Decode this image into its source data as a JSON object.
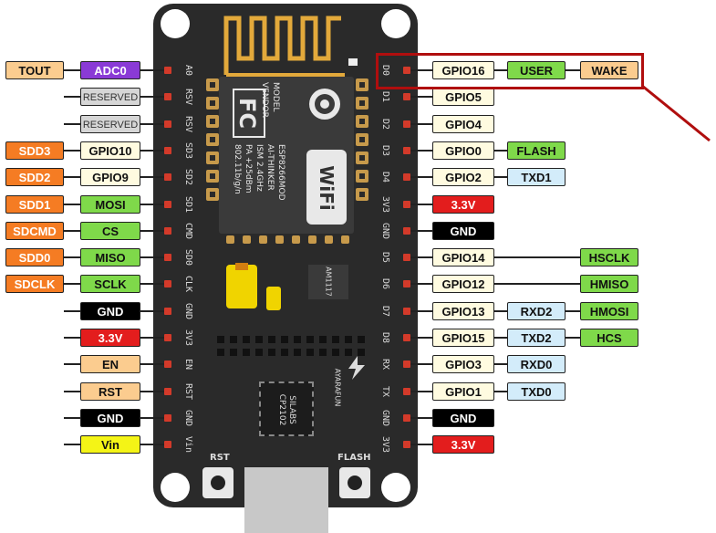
{
  "board": {
    "module_text": [
      "MODEL",
      "VENDOR",
      "ESP8266MOD",
      "AI-THINKER",
      "ISM 2.4GHz",
      "PA +25dBm",
      "802.11b/g/n"
    ],
    "module_logo": "FC",
    "wifi_logo": "WiFi",
    "chip_text": [
      "SILABS",
      "CP2102"
    ],
    "brand_text": "AYARAFUN",
    "reg_text": "AM1117",
    "btn_rst": "RST",
    "btn_flash": "FLASH"
  },
  "left_silk": [
    "A0",
    "RSV",
    "RSV",
    "SD3",
    "SD2",
    "SD1",
    "CMD",
    "SD0",
    "CLK",
    "GND",
    "3V3",
    "EN",
    "RST",
    "GND",
    "Vin"
  ],
  "right_silk": [
    "D0",
    "D1",
    "D2",
    "D3",
    "D4",
    "3V3",
    "GND",
    "D5",
    "D6",
    "D7",
    "D8",
    "RX",
    "TX",
    "GND",
    "3V3"
  ],
  "left_outer": [
    "TOUT",
    "",
    "",
    "SDD3",
    "SDD2",
    "SDD1",
    "SDCMD",
    "SDD0",
    "SDCLK",
    "",
    "",
    "",
    "",
    "",
    ""
  ],
  "left_inner": [
    "ADC0",
    "RESERVED",
    "RESERVED",
    "GPIO10",
    "GPIO9",
    "MOSI",
    "CS",
    "MISO",
    "SCLK",
    "GND",
    "3.3V",
    "EN",
    "RST",
    "GND",
    "Vin"
  ],
  "right_inner": [
    "GPIO16",
    "GPIO5",
    "GPIO4",
    "GPIO0",
    "GPIO2",
    "3.3V",
    "GND",
    "GPIO14",
    "GPIO12",
    "GPIO13",
    "GPIO15",
    "GPIO3",
    "GPIO1",
    "GND",
    "3.3V"
  ],
  "right_mid": [
    "USER",
    "",
    "",
    "FLASH",
    "TXD1",
    "",
    "",
    "",
    "",
    "RXD2",
    "TXD2",
    "RXD0",
    "TXD0",
    "",
    ""
  ],
  "right_outer": [
    "WAKE",
    "",
    "",
    "",
    "",
    "",
    "",
    "HSCLK",
    "HMISO",
    "HMOSI",
    "HCS",
    "",
    "",
    "",
    ""
  ],
  "colors": {
    "peach": "#fbcc8f",
    "orange": "#f57c23",
    "purple": "#8a3ad6",
    "grey": "#d6d6d6",
    "cream": "#fffbe0",
    "green": "#7fd94a",
    "black": "#000000",
    "red": "#e31d1d",
    "yellow": "#f4f416",
    "blue": "#d3ecfa",
    "highlight": "#b00e0e",
    "board": "#2a2a2a"
  }
}
